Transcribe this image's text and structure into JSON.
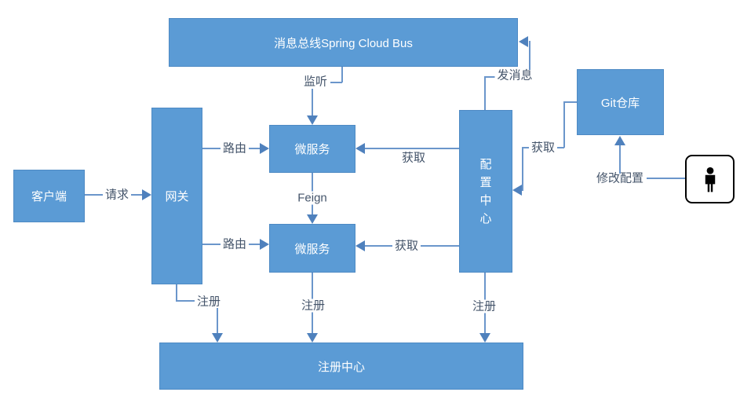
{
  "diagram_title": "Spring Cloud microservices architecture",
  "colors": {
    "node_fill": "#5B9BD5",
    "node_border": "#4E8AC4",
    "node_text": "#FFFFFF",
    "connector_line": "#6B96CB",
    "arrowhead": "#4F81BD",
    "edge_label_text": "#44546A",
    "person_icon": "#000000",
    "background": "#FFFFFF"
  },
  "nodes": {
    "bus": {
      "label": "消息总线Spring Cloud Bus"
    },
    "client": {
      "label": "客户端"
    },
    "gateway": {
      "label": "网关"
    },
    "ms1": {
      "label": "微服务"
    },
    "ms2": {
      "label": "微服务"
    },
    "config": {
      "label": "配置中心"
    },
    "git": {
      "label": "Git仓库"
    },
    "registry": {
      "label": "注册中心"
    },
    "person": {
      "icon": "person-icon"
    }
  },
  "edge_labels": {
    "request": "请求",
    "route_upper": "路由",
    "route_lower": "路由",
    "listen": "监听",
    "feign": "Feign",
    "fetch_upper": "获取",
    "fetch_lower": "获取",
    "fetch_git": "获取",
    "send_message": "发消息",
    "modify_config": "修改配置",
    "register_gateway": "注册",
    "register_ms": "注册",
    "register_config": "注册"
  }
}
